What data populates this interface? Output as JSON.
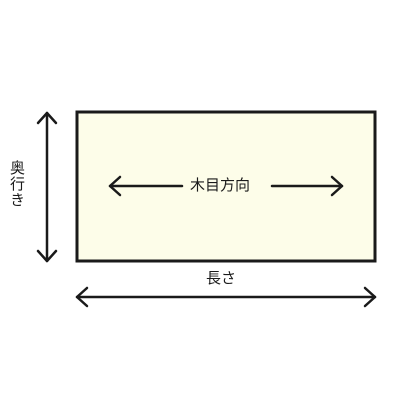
{
  "labels": {
    "grain_direction": "木目方向",
    "length": "長さ",
    "depth": "奥行き"
  },
  "colors": {
    "board_fill": "#fdfde9",
    "line": "#1a1a1a",
    "background": "#ffffff"
  }
}
